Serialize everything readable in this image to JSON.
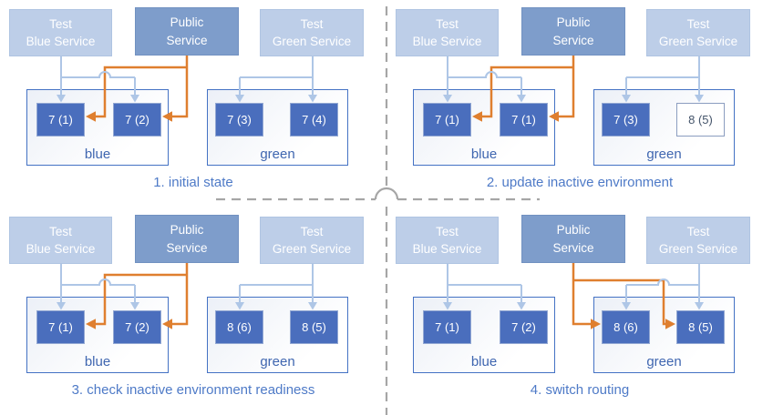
{
  "services": [
    {
      "id": "test-blue-service",
      "type": "test",
      "lines": [
        "Test",
        "Blue Service"
      ]
    },
    {
      "id": "public-service",
      "type": "public",
      "lines": [
        "Public",
        "Service"
      ]
    },
    {
      "id": "test-green-service",
      "type": "test",
      "lines": [
        "Test",
        "Green Service"
      ]
    }
  ],
  "quadrants": [
    {
      "caption": "1. initial state",
      "public_routes_to": "blue",
      "environments": [
        {
          "name": "blue",
          "nodes": [
            {
              "label": "7 (1)",
              "style": "filled"
            },
            {
              "label": "7 (2)",
              "style": "filled"
            }
          ]
        },
        {
          "name": "green",
          "nodes": [
            {
              "label": "7 (3)",
              "style": "filled"
            },
            {
              "label": "7 (4)",
              "style": "filled"
            }
          ]
        }
      ]
    },
    {
      "caption": "2. update inactive environment",
      "public_routes_to": "blue",
      "environments": [
        {
          "name": "blue",
          "nodes": [
            {
              "label": "7 (1)",
              "style": "filled"
            },
            {
              "label": "7 (1)",
              "style": "filled"
            }
          ]
        },
        {
          "name": "green",
          "nodes": [
            {
              "label": "7 (3)",
              "style": "filled"
            },
            {
              "label": "8 (5)",
              "style": "outlined"
            }
          ]
        }
      ]
    },
    {
      "caption": "3. check inactive environment readiness",
      "public_routes_to": "blue",
      "environments": [
        {
          "name": "blue",
          "nodes": [
            {
              "label": "7 (1)",
              "style": "filled"
            },
            {
              "label": "7 (2)",
              "style": "filled"
            }
          ]
        },
        {
          "name": "green",
          "nodes": [
            {
              "label": "8 (6)",
              "style": "filled"
            },
            {
              "label": "8 (5)",
              "style": "filled"
            }
          ]
        }
      ]
    },
    {
      "caption": "4. switch routing",
      "public_routes_to": "green",
      "environments": [
        {
          "name": "blue",
          "nodes": [
            {
              "label": "7 (1)",
              "style": "filled"
            },
            {
              "label": "7 (2)",
              "style": "filled"
            }
          ]
        },
        {
          "name": "green",
          "nodes": [
            {
              "label": "8 (6)",
              "style": "filled"
            },
            {
              "label": "8 (5)",
              "style": "filled"
            }
          ]
        }
      ]
    }
  ],
  "colors": {
    "service_test_fill": "#BDCEE8",
    "service_test_border": "#AFC4E2",
    "service_public_fill": "#7E9DCB",
    "service_public_border": "#7191C1",
    "node_fill": "#4A6EBD",
    "node_border": "#93A8D3",
    "node_text": "#FFFFFF",
    "node_outlined_fill": "#FFFFFF",
    "node_outlined_border": "#8B9DC0",
    "node_outlined_text": "#44546A",
    "environment_border": "#4472C4",
    "environment_label_text": "#3F66B0",
    "test_wire": "#AEC6E6",
    "public_wire": "#DF7F2F",
    "divider": "#A6A6A6",
    "caption_text": "#4E7AC7"
  }
}
